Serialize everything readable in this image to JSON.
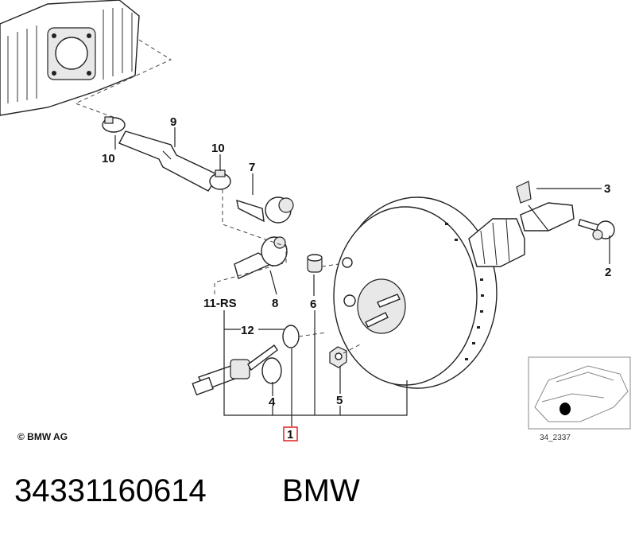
{
  "labels": {
    "p1": "1",
    "p2": "2",
    "p3": "3",
    "p4": "4",
    "p5": "5",
    "p6": "6",
    "p7": "7",
    "p8": "8",
    "p9": "9",
    "p10a": "10",
    "p10b": "10",
    "p11": "11-RS",
    "p12": "12"
  },
  "copyright": "© BMW AG",
  "diagram_code": "34_2337",
  "caption": {
    "part_number": "34331160614",
    "brand": "BMW"
  },
  "colors": {
    "highlight_box": "#e02020",
    "line": "#222222"
  }
}
